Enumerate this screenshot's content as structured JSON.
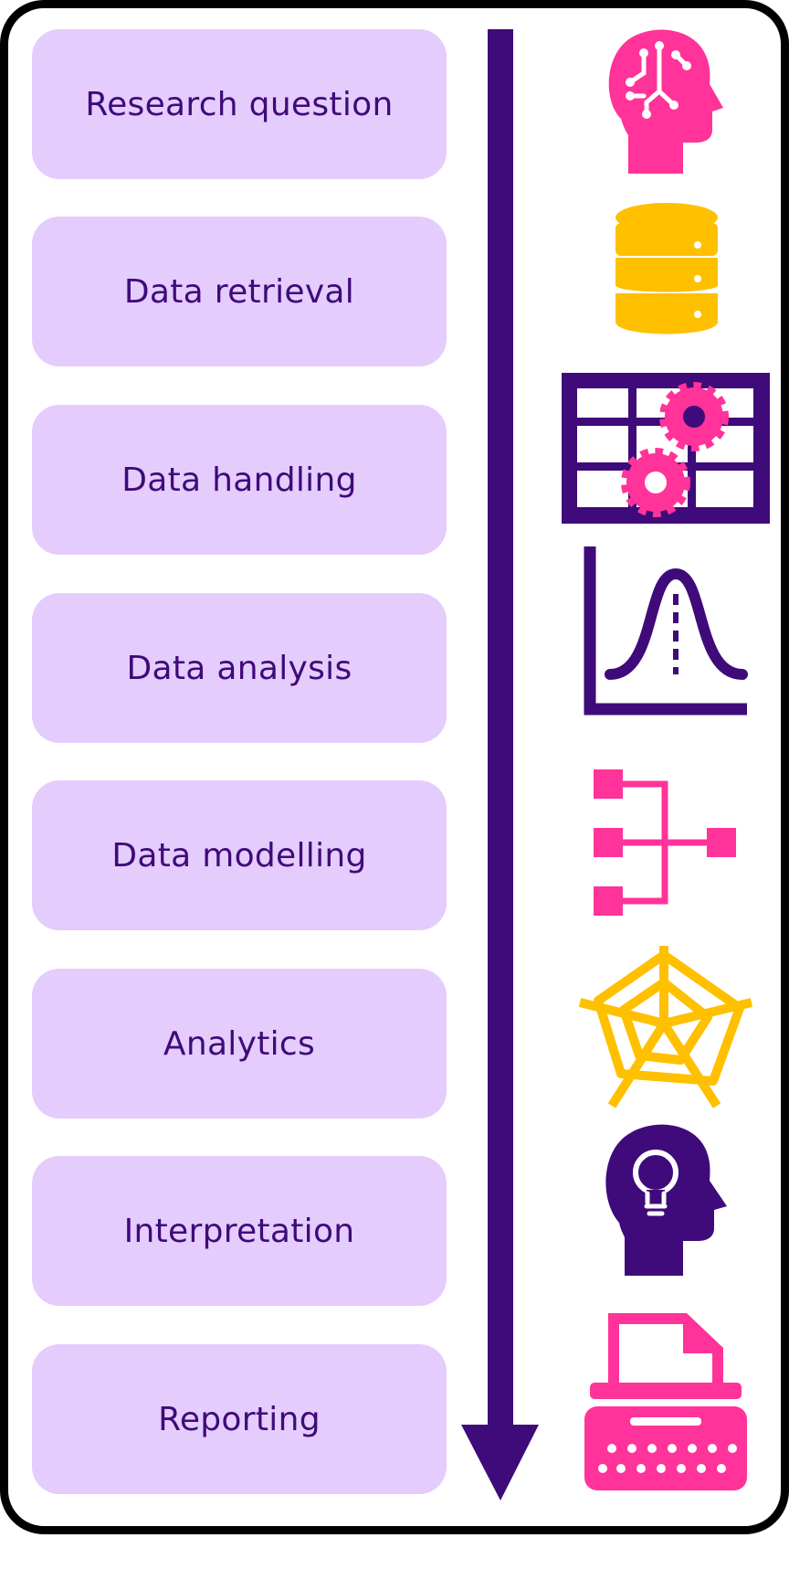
{
  "steps": [
    {
      "label": "Research question"
    },
    {
      "label": "Data retrieval"
    },
    {
      "label": "Data handling"
    },
    {
      "label": "Data analysis"
    },
    {
      "label": "Data modelling"
    },
    {
      "label": "Analytics"
    },
    {
      "label": "Interpretation"
    },
    {
      "label": "Reporting"
    }
  ],
  "icons": [
    "ai-head-icon",
    "database-icon",
    "data-grid-gears-icon",
    "distribution-chart-icon",
    "hierarchy-icon",
    "radar-chart-icon",
    "lightbulb-head-icon",
    "typewriter-icon"
  ],
  "colors": {
    "box": "#e4ccfc",
    "text": "#3f0a7a",
    "purple": "#3f0a7a",
    "pink": "#ff3399",
    "yellow": "#ffc000",
    "frame": "#000000"
  }
}
